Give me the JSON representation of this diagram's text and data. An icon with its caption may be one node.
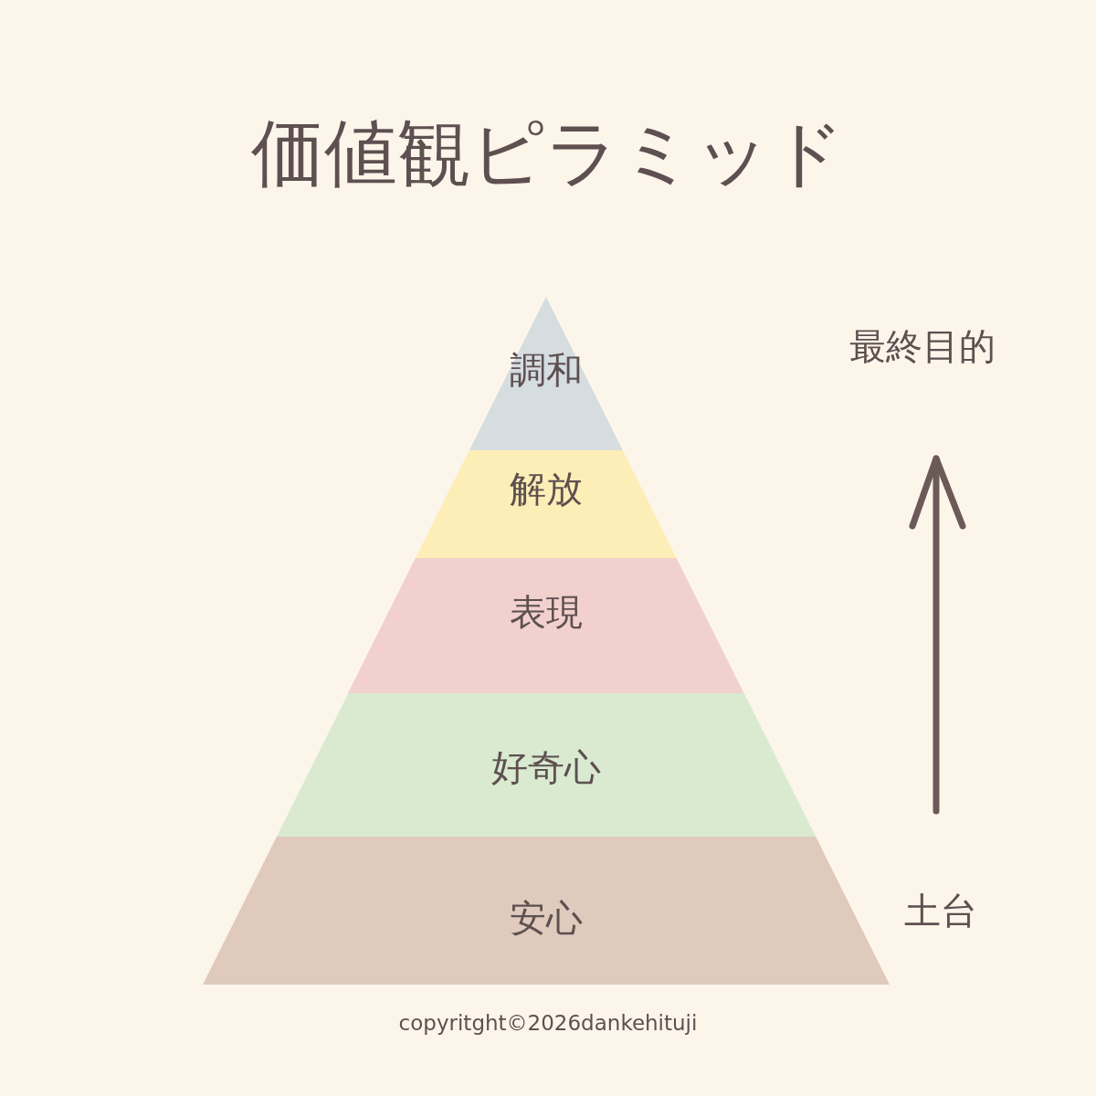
{
  "diagram": {
    "title": "価値観ピラミッド",
    "nodes": [
      {
        "text": [
          "調和"
        ]
      },
      {
        "text": [
          "解放"
        ]
      },
      {
        "text": [
          "表現"
        ]
      },
      {
        "text": [
          "好奇心"
        ]
      },
      {
        "text": [
          "安心"
        ]
      }
    ],
    "labels": [
      "最終目的",
      "土台",
      "copyritght©2026dankehituji"
    ]
  }
}
